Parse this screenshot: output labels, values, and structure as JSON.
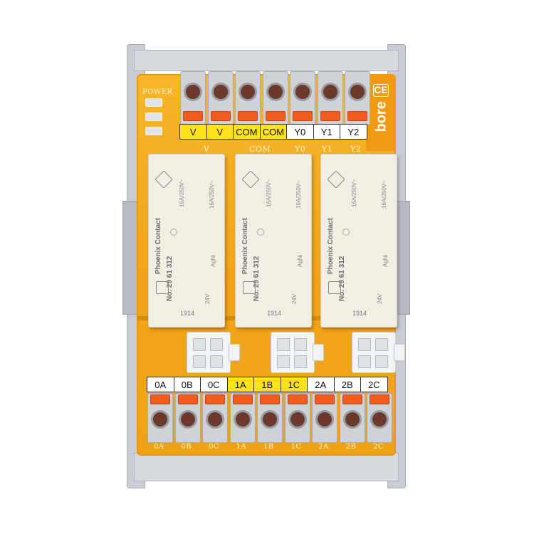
{
  "board": {
    "brand": "bore",
    "mark": "CE",
    "silk_power": "POWER",
    "silk_top": [
      "V",
      "COM",
      "Y0",
      "Y1",
      "Y2"
    ],
    "silk_bottom": [
      "0A",
      "0B",
      "0C",
      "1A",
      "1B",
      "1C",
      "2A",
      "2B",
      "2C"
    ]
  },
  "top_terminals": {
    "labels": [
      {
        "text": "V",
        "color": "#ffe21a"
      },
      {
        "text": "V",
        "color": "#ffe21a"
      },
      {
        "text": "COM",
        "color": "#ffe21a"
      },
      {
        "text": "COM",
        "color": "#ffe21a"
      },
      {
        "text": "Y0",
        "color": "#ffffff"
      },
      {
        "text": "Y1",
        "color": "#ffffff"
      },
      {
        "text": "Y2",
        "color": "#ffffff"
      }
    ]
  },
  "bottom_terminals": {
    "labels": [
      {
        "text": "0A",
        "color": "#ffffff"
      },
      {
        "text": "0B",
        "color": "#ffffff"
      },
      {
        "text": "0C",
        "color": "#ffffff"
      },
      {
        "text": "1A",
        "color": "#ffe21a"
      },
      {
        "text": "1B",
        "color": "#ffe21a"
      },
      {
        "text": "1C",
        "color": "#ffe21a"
      },
      {
        "text": "2A",
        "color": "#ffffff"
      },
      {
        "text": "2B",
        "color": "#ffffff"
      },
      {
        "text": "2C",
        "color": "#ffffff"
      }
    ]
  },
  "relays": [
    {
      "maker": "Phoenix Contact",
      "part": "No. 29 61 312",
      "rating": "16A/250V~",
      "coil": "24V",
      "contact": "AgNi",
      "date": "1914"
    },
    {
      "maker": "Phoenix Contact",
      "part": "No. 29 61 312",
      "rating": "16A/250V~",
      "coil": "24V",
      "contact": "AgNi",
      "date": "1914"
    },
    {
      "maker": "Phoenix Contact",
      "part": "No. 29 61 312",
      "rating": "16A/250V~",
      "coil": "24V",
      "contact": "AgNi",
      "date": "1914"
    }
  ],
  "colors": {
    "pcb": "#f2a418",
    "lever": "#f25c1f",
    "housing": "#c9ccd2"
  }
}
